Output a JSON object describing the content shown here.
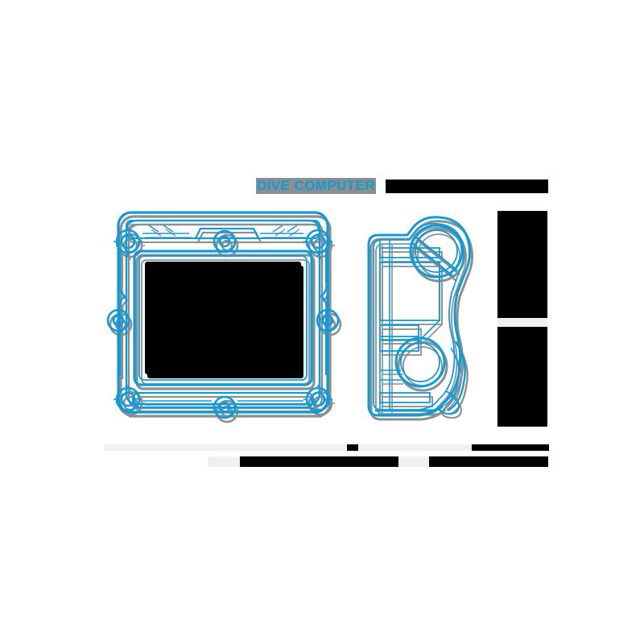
{
  "page": {
    "background_color": "#ffffff",
    "accent_color": "#0d9bd9",
    "shadow_color": "#8e8e8e",
    "redaction_color": "#000000",
    "muted_bar_color": "#f0f0f0"
  },
  "header": {
    "title": "DIVE COMPUTER",
    "title_color": "#0d9bd9",
    "title_highlight_color": "#8e8e8e",
    "redacted_label": ""
  },
  "figure": {
    "caption": "",
    "views": [
      {
        "name": "front-view",
        "label": ""
      },
      {
        "name": "side-view",
        "label": ""
      }
    ]
  },
  "side_panel": {
    "blocks": [
      {
        "name": "redacted-block-top",
        "label": ""
      },
      {
        "name": "redacted-block-bottom",
        "label": ""
      }
    ]
  },
  "caption_rows": [
    {
      "name": "caption-row-1",
      "segments": [
        {
          "kind": "muted",
          "label": ""
        },
        {
          "kind": "muted",
          "label": ""
        },
        {
          "kind": "redacted",
          "label": ""
        },
        {
          "kind": "muted",
          "label": ""
        },
        {
          "kind": "redacted",
          "label": ""
        }
      ]
    },
    {
      "name": "caption-row-2",
      "segments": [
        {
          "kind": "muted",
          "label": ""
        },
        {
          "kind": "redacted",
          "label": ""
        },
        {
          "kind": "muted",
          "label": ""
        },
        {
          "kind": "redacted",
          "label": ""
        }
      ]
    }
  ]
}
